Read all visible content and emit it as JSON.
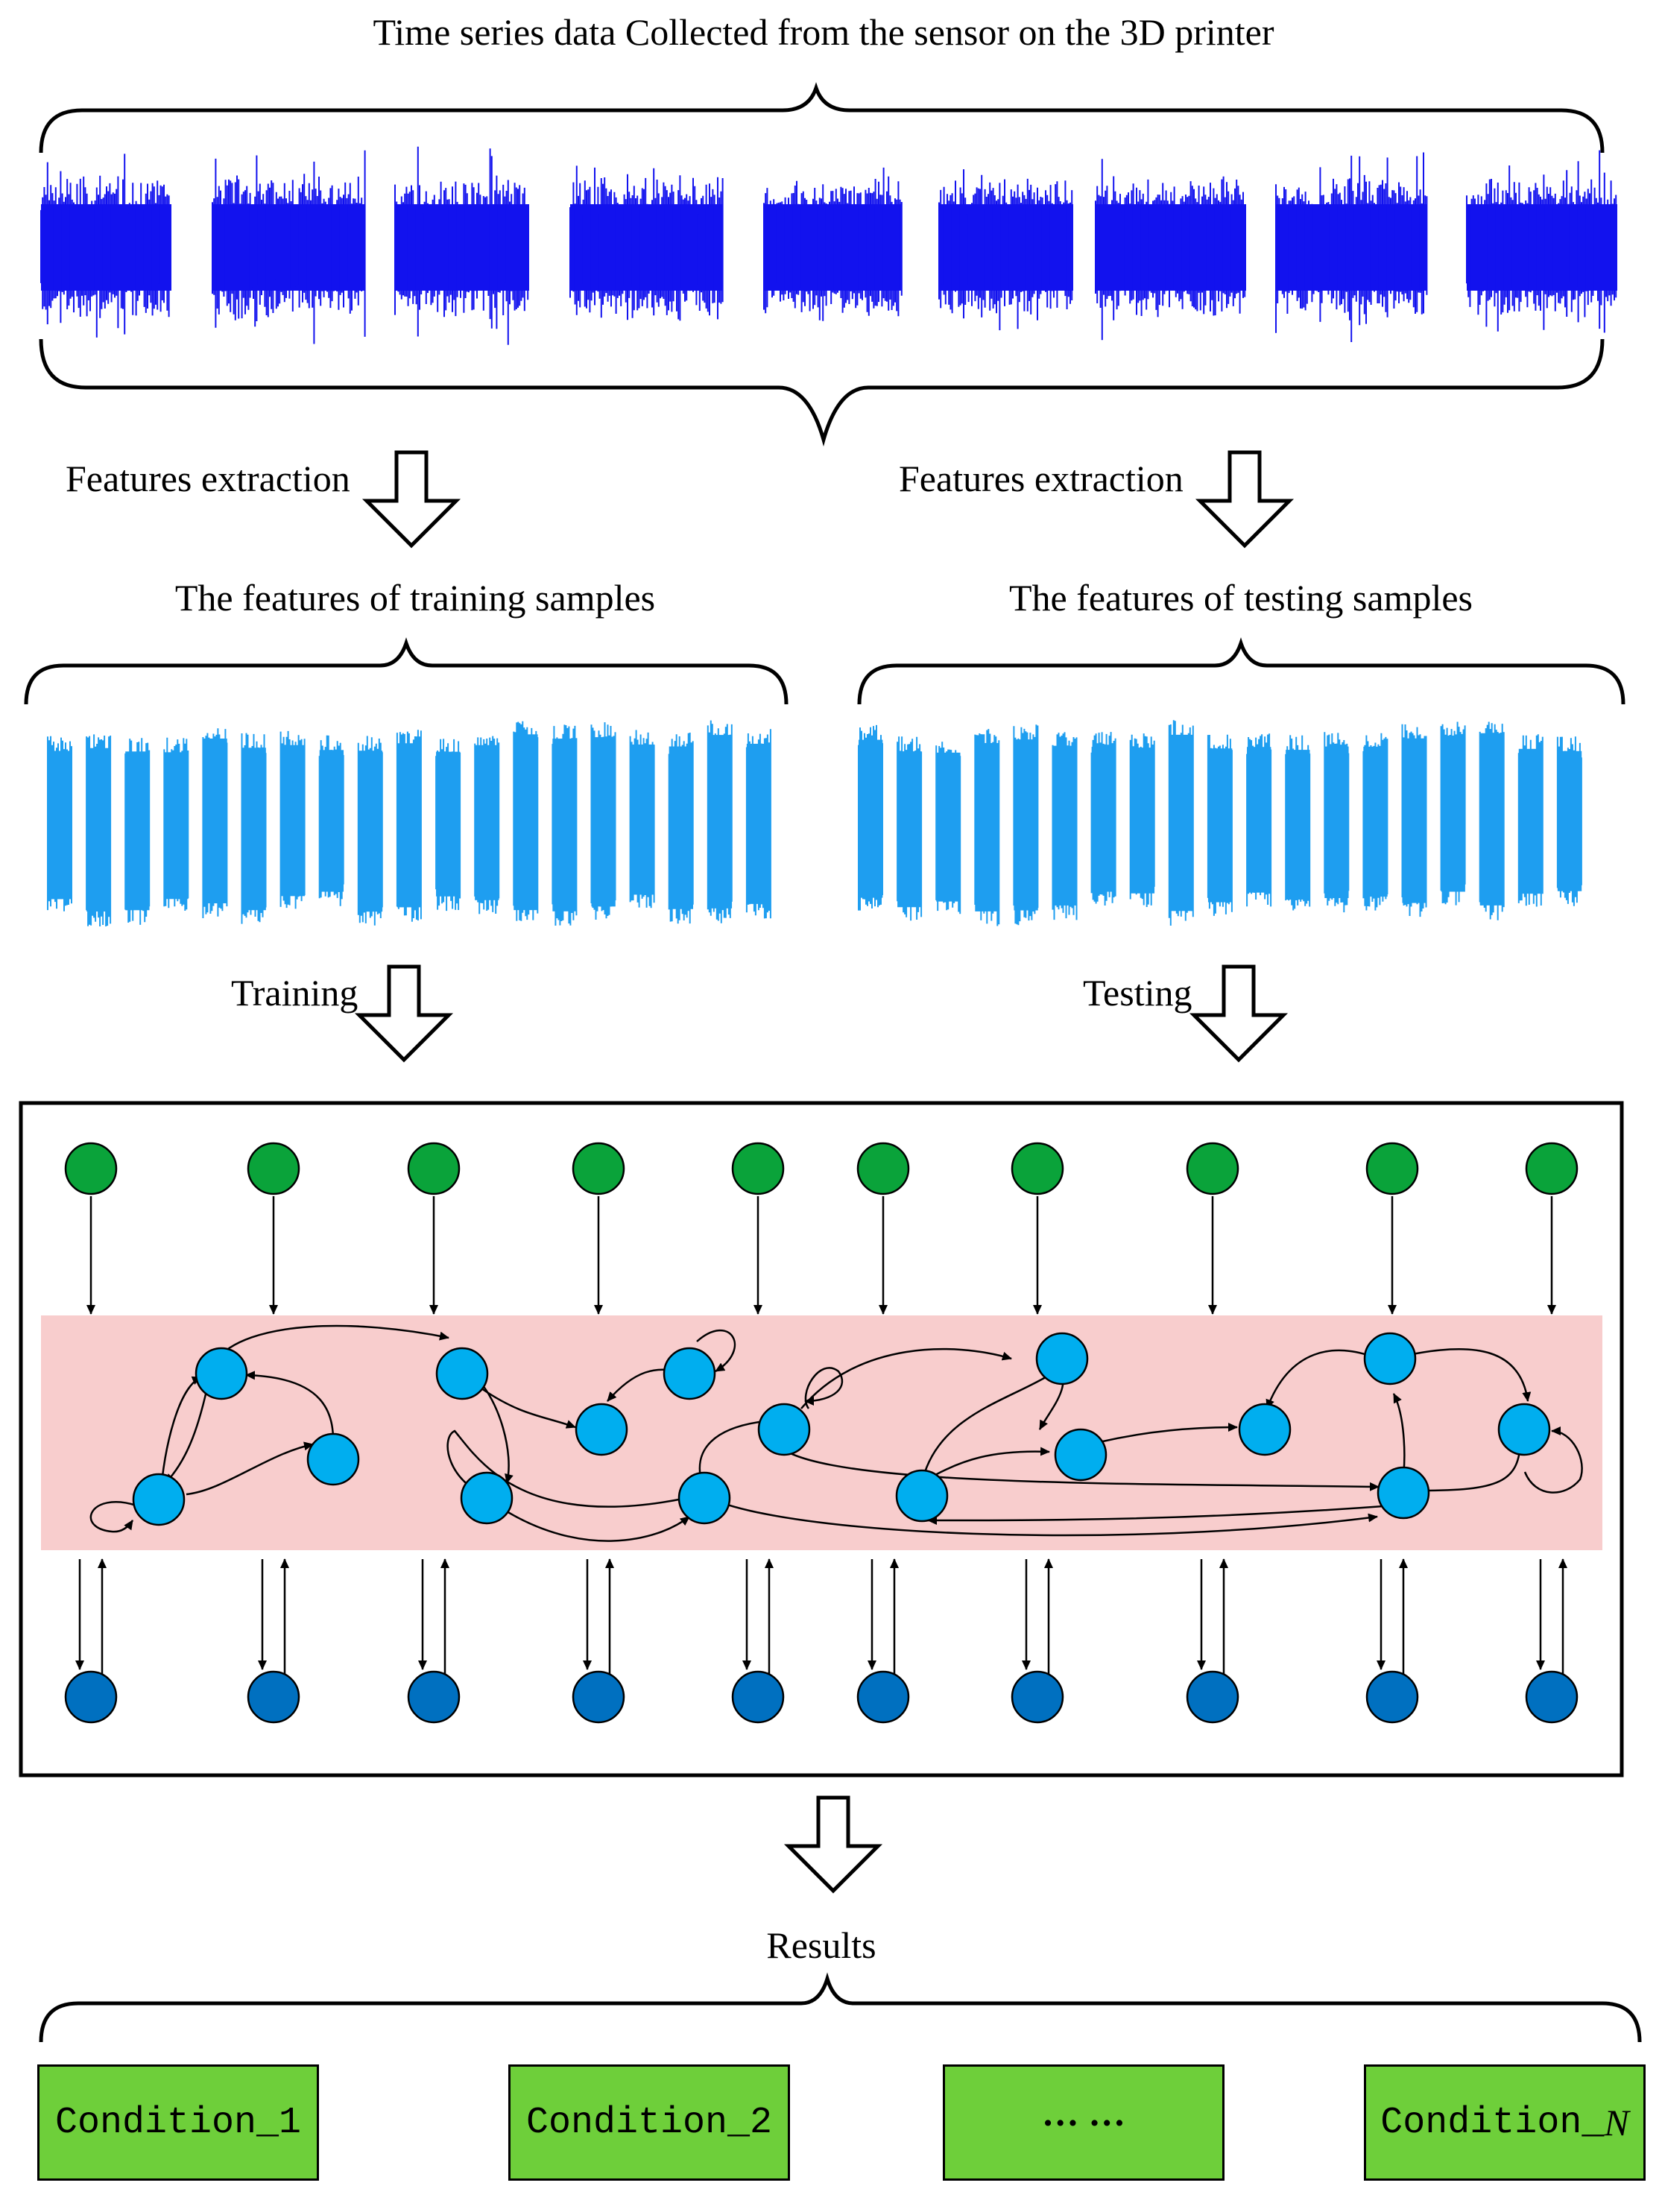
{
  "top": {
    "title": "Time series data Collected from the sensor on the 3D printer"
  },
  "pipeline": {
    "left": {
      "extraction_label": "Features extraction",
      "features_title": "The features of training samples",
      "step_label": "Training"
    },
    "right": {
      "extraction_label": "Features extraction",
      "features_title": "The features of testing samples",
      "step_label": "Testing"
    }
  },
  "results": {
    "title": "Results",
    "conditions": [
      {
        "prefix": "Condition_",
        "suffix": "1"
      },
      {
        "prefix": "Condition_",
        "suffix": "2"
      },
      {
        "prefix": "··· ···",
        "suffix": ""
      },
      {
        "prefix": "Condition_",
        "suffix": "N"
      }
    ]
  },
  "colors": {
    "raw_signal": "#1212ee",
    "feature_signal": "#1e9ef0",
    "input_node": "#0aa33a",
    "reservoir_node": "#00aeef",
    "output_node": "#0070c0",
    "reservoir_band": "#f8cdcd",
    "condition_box": "#6ecf3a"
  }
}
